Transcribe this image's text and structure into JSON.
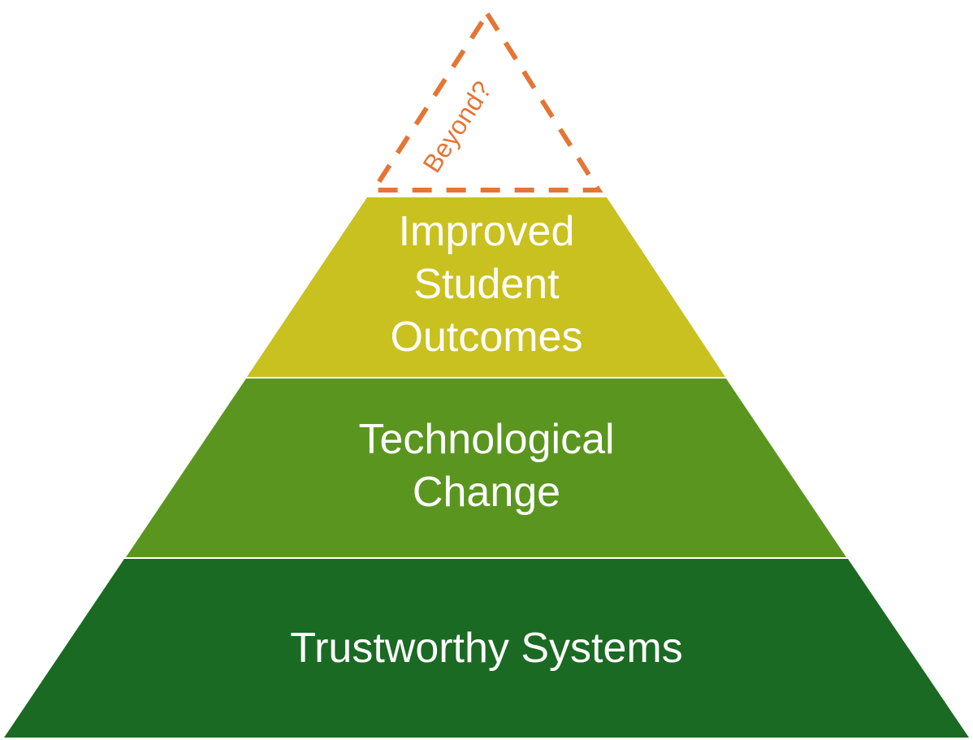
{
  "pyramid": {
    "peak": {
      "label": "Beyond?",
      "color": "#e57535"
    },
    "levels": [
      {
        "lines": [
          "Improved",
          "Student",
          "Outcomes"
        ],
        "color": "#c9c11f"
      },
      {
        "lines": [
          "Technological",
          "Change"
        ],
        "color": "#5a961f"
      },
      {
        "lines": [
          "Trustworthy Systems"
        ],
        "color": "#1b6a23"
      }
    ]
  }
}
